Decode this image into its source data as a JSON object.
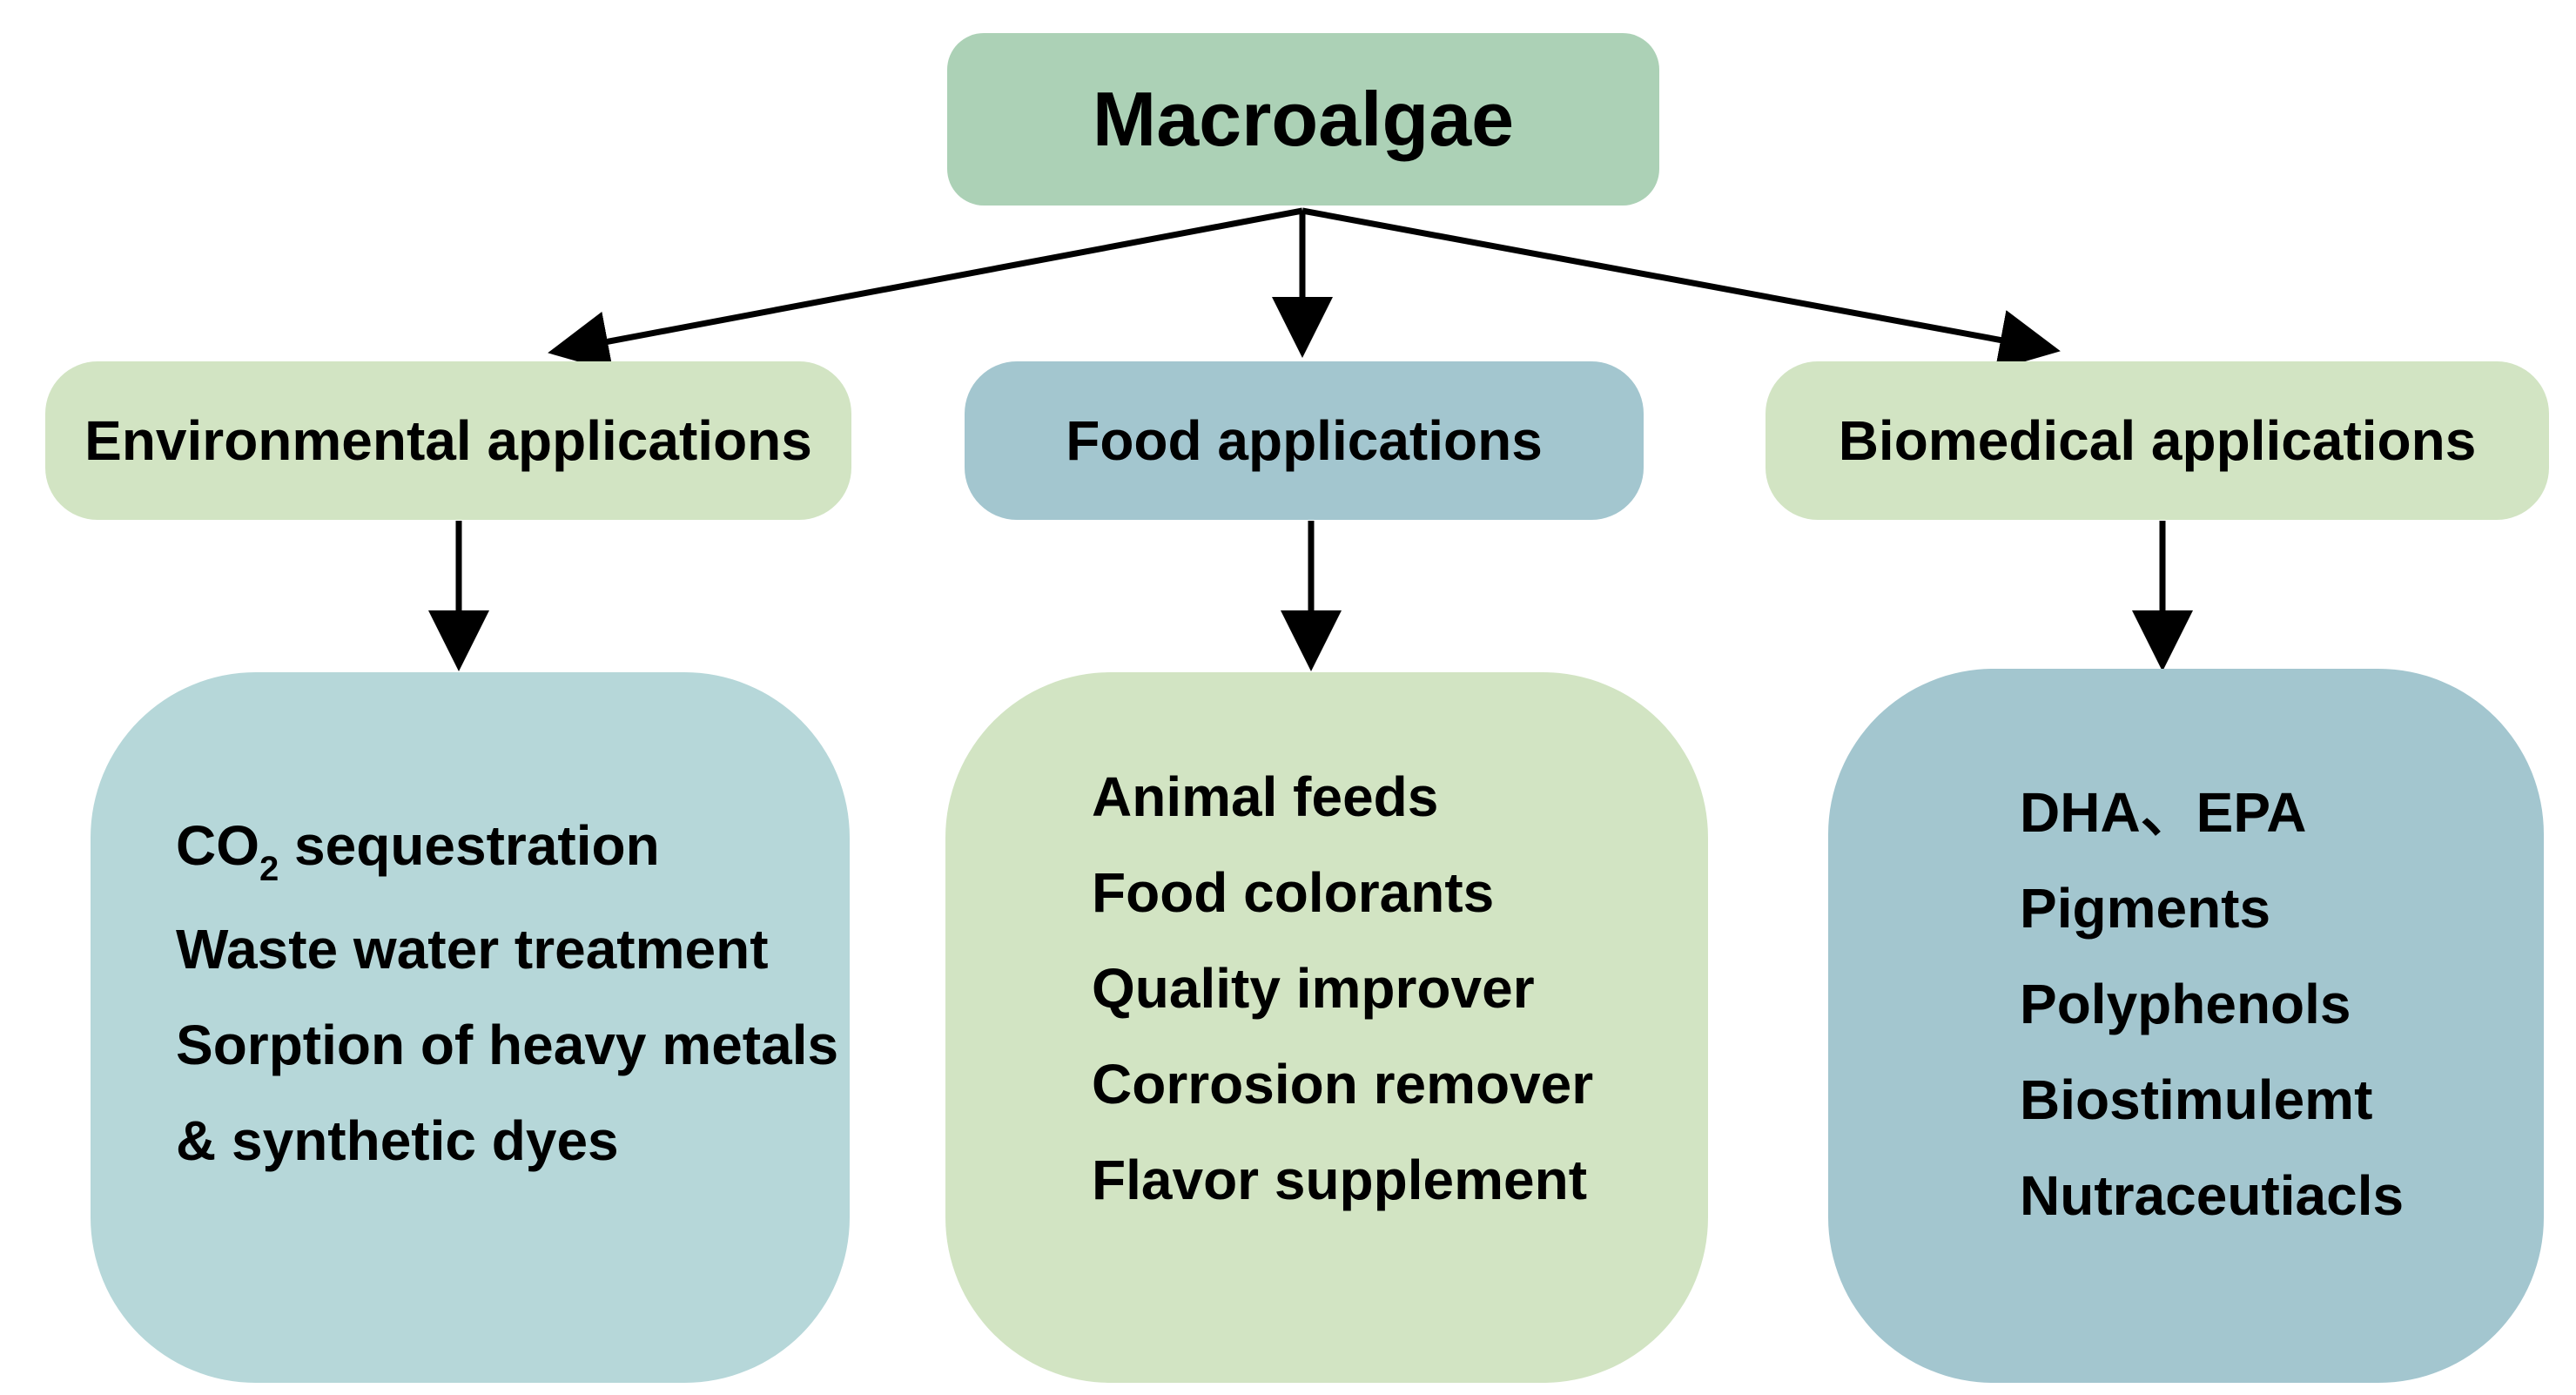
{
  "colors": {
    "root_fill": "#acd1b6",
    "light_green": "#d2e4c3",
    "light_teal": "#b6d7d9",
    "blue_grey": "#a3c6cf",
    "arrow": "#000000"
  },
  "root": {
    "label": "Macroalgae"
  },
  "categories": [
    {
      "label": "Environmental applications",
      "items": [
        {
          "prefix": "CO",
          "sub": "2",
          "text": " sequestration"
        },
        {
          "text": "Waste water treatment"
        },
        {
          "text": "Sorption of heavy metals"
        },
        {
          "text": "& synthetic dyes"
        }
      ]
    },
    {
      "label": "Food applications",
      "items": [
        {
          "text": "Animal feeds"
        },
        {
          "text": "Food colorants"
        },
        {
          "text": "Quality improver"
        },
        {
          "text": "Corrosion remover"
        },
        {
          "text": "Flavor supplement"
        }
      ]
    },
    {
      "label": "Biomedical applications",
      "items": [
        {
          "text": "DHA、EPA"
        },
        {
          "text": "Pigments"
        },
        {
          "text": "Polyphenols"
        },
        {
          "text": "Biostimulemt"
        },
        {
          "text": "Nutraceutiacls"
        }
      ]
    }
  ]
}
